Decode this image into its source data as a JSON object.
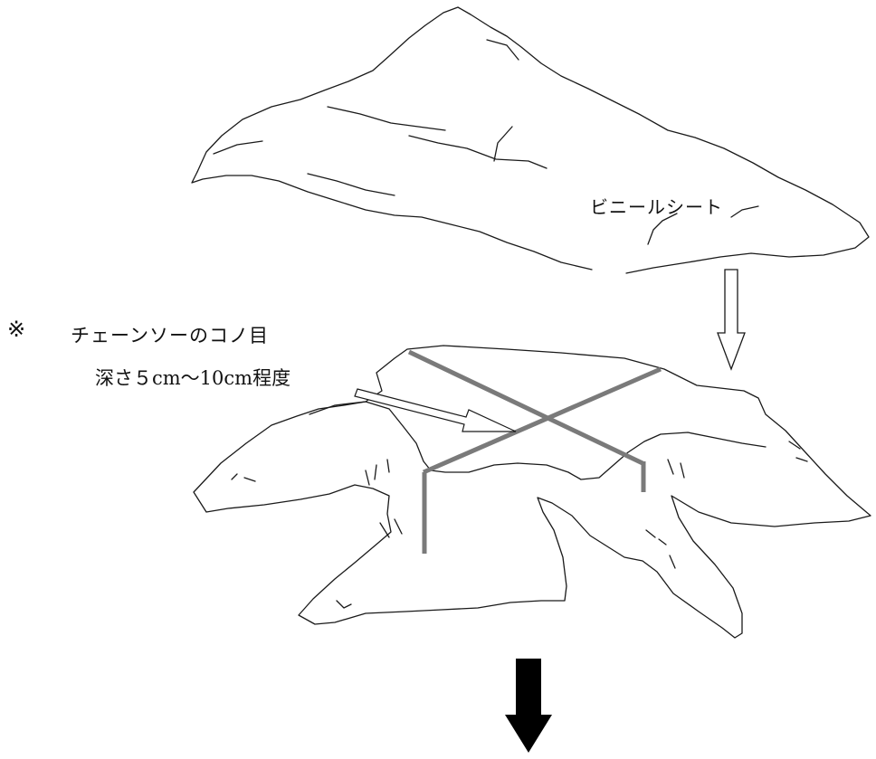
{
  "labels": {
    "vinyl_sheet": "ビニールシート",
    "note_mark": "※",
    "note_line1": "チェーンソーのコノ目",
    "note_line2": "深さ５cm～10cm程度"
  },
  "colors": {
    "outline": "#1a1a1a",
    "cut_lines": "#7a7a7a",
    "down_arrow": "#000000",
    "background": "#ffffff"
  }
}
